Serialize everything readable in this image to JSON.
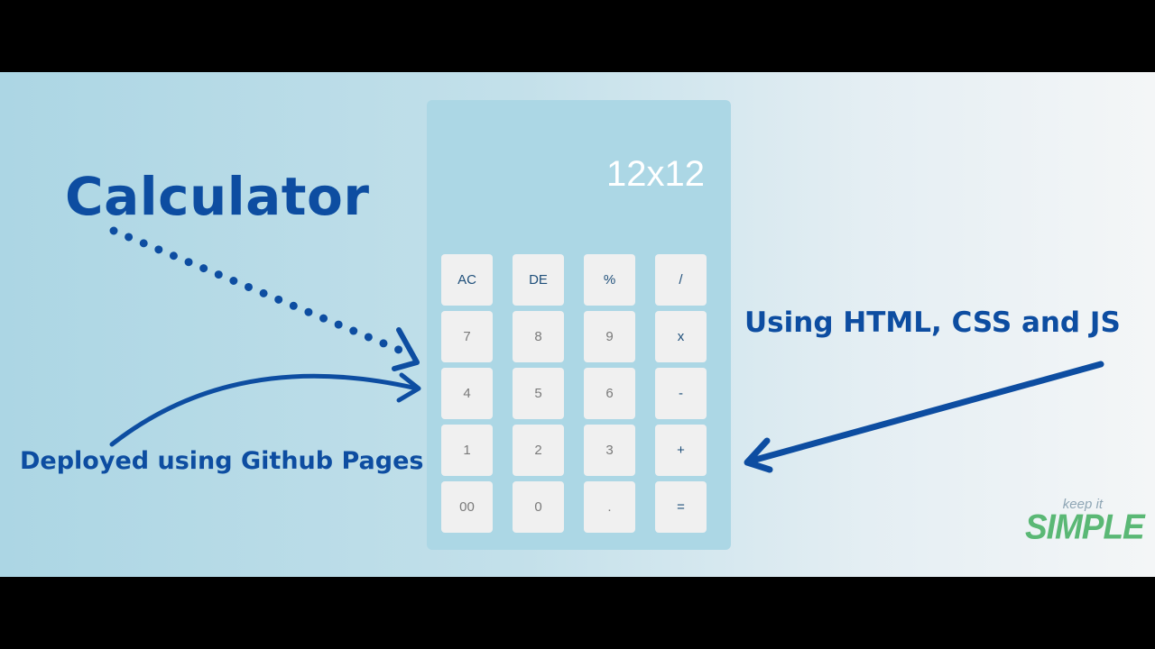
{
  "banner": {
    "headline": "Calculator",
    "caption_left": "Deployed using Github Pages",
    "caption_right": "Using HTML, CSS and JS"
  },
  "calculator": {
    "display": "12x12",
    "keys": [
      {
        "label": "AC",
        "name": "all-clear-key",
        "op": true
      },
      {
        "label": "DE",
        "name": "delete-key",
        "op": true
      },
      {
        "label": "%",
        "name": "percent-key",
        "op": true
      },
      {
        "label": "/",
        "name": "divide-key",
        "op": true
      },
      {
        "label": "7",
        "name": "digit-7-key",
        "op": false
      },
      {
        "label": "8",
        "name": "digit-8-key",
        "op": false
      },
      {
        "label": "9",
        "name": "digit-9-key",
        "op": false
      },
      {
        "label": "x",
        "name": "multiply-key",
        "op": true
      },
      {
        "label": "4",
        "name": "digit-4-key",
        "op": false
      },
      {
        "label": "5",
        "name": "digit-5-key",
        "op": false
      },
      {
        "label": "6",
        "name": "digit-6-key",
        "op": false
      },
      {
        "label": "-",
        "name": "subtract-key",
        "op": true
      },
      {
        "label": "1",
        "name": "digit-1-key",
        "op": false
      },
      {
        "label": "2",
        "name": "digit-2-key",
        "op": false
      },
      {
        "label": "3",
        "name": "digit-3-key",
        "op": false
      },
      {
        "label": "+",
        "name": "add-key",
        "op": true
      },
      {
        "label": "00",
        "name": "double-zero-key",
        "op": false
      },
      {
        "label": "0",
        "name": "digit-0-key",
        "op": false
      },
      {
        "label": ".",
        "name": "decimal-key",
        "op": false
      },
      {
        "label": "=",
        "name": "equals-key",
        "op": true
      }
    ]
  },
  "logo": {
    "line1": "keep it",
    "line2": "SIMPLE"
  },
  "colors": {
    "brand_blue": "#0d4da1",
    "calculator_body": "#acd7e5",
    "key_bg": "#f0f0f0",
    "logo_green": "#5ab875"
  },
  "icons": [
    "dotted-arrow-icon",
    "curved-arrow-icon",
    "straight-arrow-icon"
  ]
}
